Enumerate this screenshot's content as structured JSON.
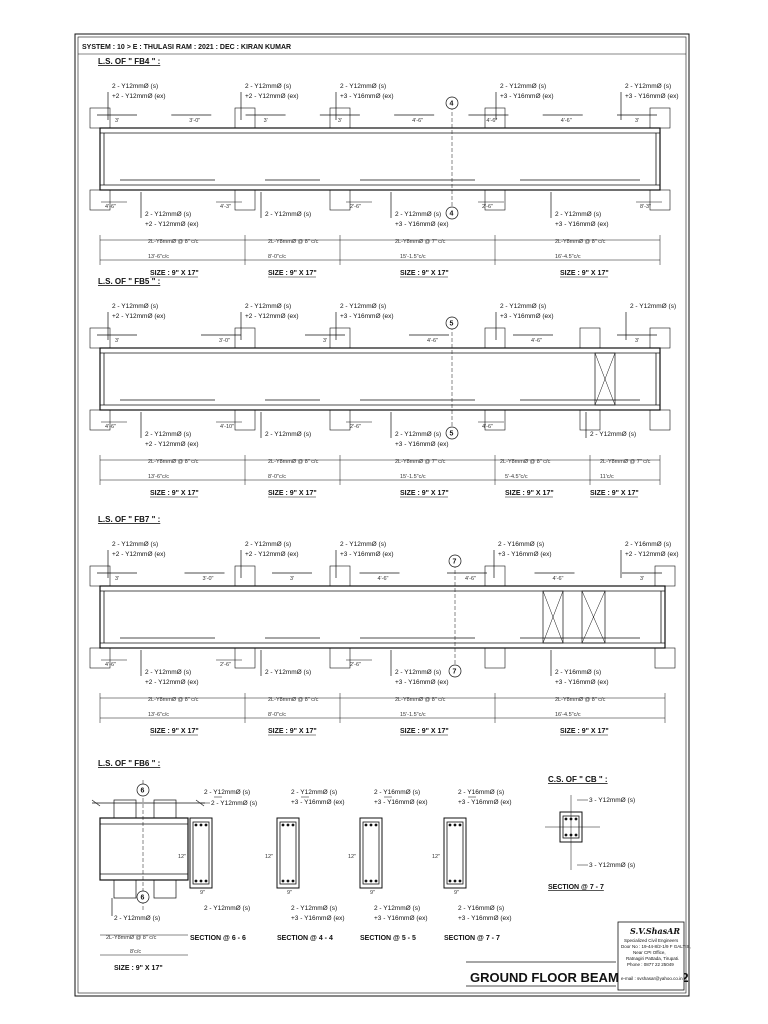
{
  "header": {
    "system_line": "SYSTEM : 10 > E : THULASI RAM : 2021 : DEC : KIRAN KUMAR"
  },
  "sheet_title": "GROUND FLOOR BEAM DETAILS-2",
  "beam1": {
    "heading": "L.S. OF \" FB4 \" :",
    "grid_mark": "4",
    "top_bars": [
      {
        "s": "2 - Y12mmØ (s)",
        "e": "+2 - Y12mmØ (ex)"
      },
      {
        "s": "2 - Y12mmØ (s)",
        "e": "+2 - Y12mmØ (ex)"
      },
      {
        "s": "2 - Y12mmØ (s)",
        "e": "+3 - Y16mmØ (ex)"
      },
      {
        "s": "2 - Y12mmØ (s)",
        "e": "+3 - Y16mmØ (ex)"
      },
      {
        "s": "2 - Y12mmØ (s)",
        "e": "+3 - Y16mmØ (ex)"
      }
    ],
    "top_dims": [
      "3'",
      "3'-0\"",
      "3'",
      "3'",
      "4'-6\"",
      "4'-6\"",
      "4'-6\"",
      "3'"
    ],
    "bot_dims": [
      "4'-6\"",
      "4'-3\"",
      "2'-6\"",
      "2'-6\"",
      "8'-3\""
    ],
    "bot_bars": [
      {
        "s": "2 - Y12mmØ (s)",
        "e": "+2 - Y12mmØ (ex)"
      },
      {
        "s": "2 - Y12mmØ (s)",
        "e": ""
      },
      {
        "s": "2 - Y12mmØ (s)",
        "e": "+3 - Y16mmØ (ex)"
      },
      {
        "s": "2 - Y12mmØ (s)",
        "e": "+3 - Y16mmØ (ex)"
      }
    ],
    "stirrups": [
      "2L-Y8mmØ @ 8\" c/c",
      "2L-Y8mmØ @ 8\" c/c",
      "2L-Y8mmØ @ 7\" c/c",
      "2L-Y8mmØ @ 8\" c/c"
    ],
    "spans": [
      "13'-6\"c/c",
      "8'-0\"c/c",
      "15'-1.5\"c/c",
      "16'-4.5\"c/c"
    ],
    "sizes": [
      "SIZE : 9\" X 17\"",
      "SIZE : 9\" X 17\"",
      "SIZE : 9\" X 17\"",
      "SIZE : 9\" X 17\""
    ]
  },
  "beam2": {
    "heading": "L.S. OF \" FB5 \" :",
    "grid_mark": "5",
    "top_bars": [
      {
        "s": "2 - Y12mmØ (s)",
        "e": "+2 - Y12mmØ (ex)"
      },
      {
        "s": "2 - Y12mmØ (s)",
        "e": "+2 - Y12mmØ (ex)"
      },
      {
        "s": "2 - Y12mmØ (s)",
        "e": "+3 - Y16mmØ (ex)"
      },
      {
        "s": "2 - Y12mmØ (s)",
        "e": "+3 - Y16mmØ (ex)"
      },
      {
        "s": "2 - Y12mmØ (s)",
        "e": ""
      }
    ],
    "top_dims": [
      "3'",
      "3'-0\"",
      "3'",
      "4'-6\"",
      "4'-6\"",
      "3'"
    ],
    "bot_dims": [
      "4'-6\"",
      "4'-10\"",
      "2'-6\"",
      "4'-6\""
    ],
    "bot_bars": [
      {
        "s": "2 - Y12mmØ (s)",
        "e": "+2 - Y12mmØ (ex)"
      },
      {
        "s": "2 - Y12mmØ (s)",
        "e": ""
      },
      {
        "s": "2 - Y12mmØ (s)",
        "e": "+3 - Y16mmØ (ex)"
      },
      {
        "s": "2 - Y12mmØ (s)",
        "e": ""
      }
    ],
    "stirrups": [
      "2L-Y8mmØ @ 8\" c/c",
      "2L-Y8mmØ @ 8\" c/c",
      "2L-Y8mmØ @ 7\" c/c",
      "2L-Y8mmØ @ 8\" c/c",
      "2L-Y8mmØ @ 7\" c/c"
    ],
    "spans": [
      "13'-6\"c/c",
      "8'-0\"c/c",
      "15'-1.5\"c/c",
      "5'-4.5\"c/c",
      "11'c/c"
    ],
    "sizes": [
      "SIZE : 9\" X 17\"",
      "SIZE : 9\" X 17\"",
      "SIZE : 9\" X 17\"",
      "SIZE : 9\" X 17\"",
      "SIZE : 9\" X 17\""
    ]
  },
  "beam3": {
    "heading": "L.S. OF \" FB7 \" :",
    "grid_mark": "7",
    "top_bars": [
      {
        "s": "2 - Y12mmØ (s)",
        "e": "+2 - Y12mmØ (ex)"
      },
      {
        "s": "2 - Y12mmØ (s)",
        "e": "+2 - Y12mmØ (ex)"
      },
      {
        "s": "2 - Y12mmØ (s)",
        "e": "+3 - Y16mmØ (ex)"
      },
      {
        "s": "2 - Y16mmØ (s)",
        "e": "+3 - Y16mmØ (ex)"
      },
      {
        "s": "2 - Y16mmØ (s)",
        "e": "+2 - Y12mmØ (ex)"
      }
    ],
    "top_dims": [
      "3'",
      "3'-0\"",
      "3'",
      "4'-6\"",
      "4'-6\"",
      "4'-6\"",
      "3'"
    ],
    "bot_dims": [
      "4'-6\"",
      "2'-6\"",
      "2'-6\""
    ],
    "bot_bars": [
      {
        "s": "2 - Y12mmØ (s)",
        "e": "+2 - Y12mmØ (ex)"
      },
      {
        "s": "2 - Y12mmØ (s)",
        "e": ""
      },
      {
        "s": "2 - Y12mmØ (s)",
        "e": "+3 - Y16mmØ (ex)"
      },
      {
        "s": "2 - Y16mmØ (s)",
        "e": "+3 - Y16mmØ (ex)"
      }
    ],
    "stirrups": [
      "2L-Y8mmØ @ 8\" c/c",
      "2L-Y8mmØ @ 8\" c/c",
      "2L-Y8mmØ @ 8\" c/c",
      "2L-Y8mmØ @ 8\" c/c"
    ],
    "spans": [
      "13'-6\"c/c",
      "8'-0\"c/c",
      "15'-1.5\"c/c",
      "16'-4.5\"c/c"
    ],
    "sizes": [
      "SIZE : 9\" X 17\"",
      "SIZE : 9\" X 17\"",
      "SIZE : 9\" X 17\"",
      "SIZE : 9\" X 17\""
    ]
  },
  "beam4": {
    "heading": "L.S. OF \" FB6 \" :",
    "grid_mark": "6",
    "top_bar": "2 - Y12mmØ (s)",
    "bot_bar": "2 - Y12mmØ (s)",
    "stirrup": "2L-Y8mmØ @ 8\" c/c",
    "span": "8'c/c",
    "size": "SIZE : 9\" X 17\""
  },
  "sections": [
    {
      "title": "SECTION @ 6 - 6",
      "top1": "2 - Y12mmØ (s)",
      "top2": "",
      "bot1": "2 - Y12mmØ (s)",
      "bot2": "",
      "w": "9\"",
      "d": "12\""
    },
    {
      "title": "SECTION @ 4 - 4",
      "top1": "2 - Y12mmØ (s)",
      "top2": "+3 - Y16mmØ (ex)",
      "bot1": "2 - Y12mmØ (s)",
      "bot2": "+3 - Y16mmØ (ex)",
      "w": "9\"",
      "d": "12\""
    },
    {
      "title": "SECTION @ 5 - 5",
      "top1": "2 - Y16mmØ (s)",
      "top2": "+3 - Y16mmØ (ex)",
      "bot1": "2 - Y12mmØ (s)",
      "bot2": "+3 - Y16mmØ (ex)",
      "w": "9\"",
      "d": "12\""
    },
    {
      "title": "SECTION @ 7 - 7",
      "top1": "2 - Y16mmØ (s)",
      "top2": "+3 - Y16mmØ (ex)",
      "bot1": "2 - Y16mmØ (s)",
      "bot2": "+3 - Y16mmØ (ex)",
      "w": "9\"",
      "d": "12\""
    }
  ],
  "cb": {
    "heading": "C.S. OF \" CB \" :",
    "top": "3 - Y12mmØ (s)",
    "bot": "3 - Y12mmØ (s)",
    "section": "SECTION @ 7 - 7"
  },
  "stamp": {
    "logo": "S.V.ShasAR",
    "lines": [
      "Specialized Civil Engineers",
      "Door No : 19-44-8/2-1/9 F GALTIS,",
      "Near CPI Office,",
      "Ratnagiri Pattada, Tirupati.",
      "Phone : 0877 22 25049"
    ],
    "email": "e-mail : svshasar@yahoo.co.in"
  }
}
